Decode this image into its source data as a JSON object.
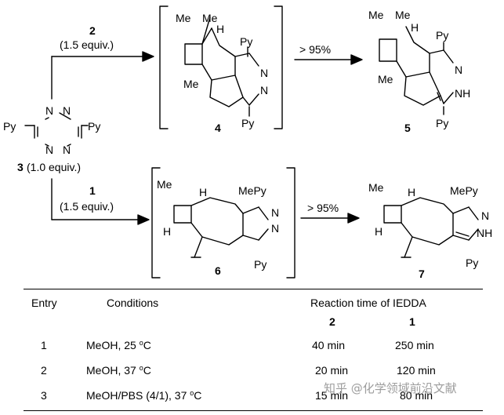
{
  "scheme": {
    "top_reaction": {
      "reagent_number": "2",
      "reagent_equiv": "(1.5 equiv.)",
      "intermediate_number": "4",
      "yield_label": "> 95%",
      "product_number": "5"
    },
    "bottom_reaction": {
      "reagent_number": "1",
      "reagent_equiv": "(1.5 equiv.)",
      "intermediate_number": "6",
      "yield_label": "> 95%",
      "product_number": "7"
    },
    "start_material": {
      "number": "3",
      "equiv": "(1.0 equiv.)",
      "substituent_left": "Py",
      "substituent_right": "Py",
      "ring_atom": "N"
    },
    "atom_labels": {
      "me": "Me",
      "h": "H",
      "py": "Py",
      "n": "N",
      "nh": "NH",
      "mepy": "MePy"
    }
  },
  "table": {
    "headers": {
      "entry": "Entry",
      "conditions": "Conditions",
      "reaction_time": "Reaction time of IEDDA",
      "col_2": "2",
      "col_1": "1"
    },
    "rows": [
      {
        "entry": "1",
        "conditions": "MeOH, 25 ",
        "deg": "o",
        "unit": "C",
        "time_2": "40 min",
        "time_1": "250 min"
      },
      {
        "entry": "2",
        "conditions": "MeOH, 37 ",
        "deg": "o",
        "unit": "C",
        "time_2": "20 min",
        "time_1": "120 min"
      },
      {
        "entry": "3",
        "conditions": "MeOH/PBS (4/1), 37 ",
        "deg": "o",
        "unit": "C",
        "time_2": "15 min",
        "time_1": "80 min"
      }
    ]
  },
  "watermark": "知乎 @化学领域前沿文献"
}
